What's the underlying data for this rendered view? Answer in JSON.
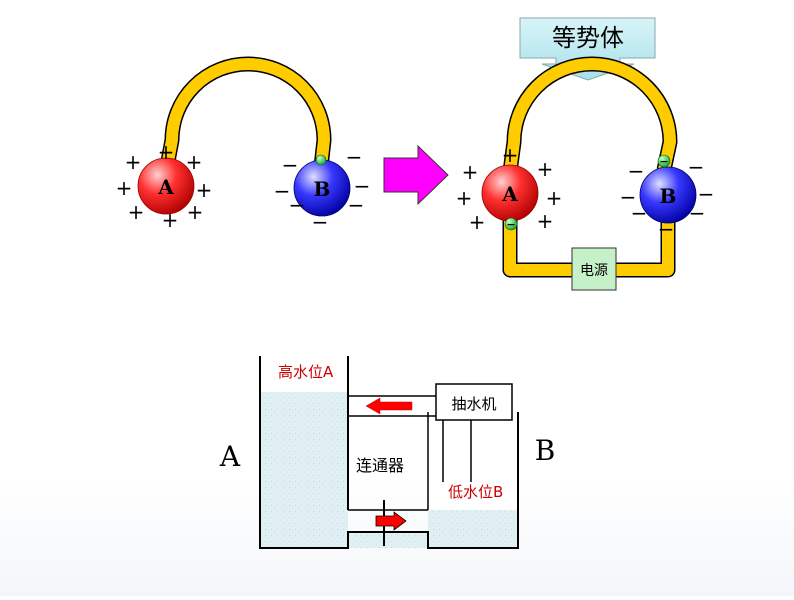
{
  "top_left": {
    "ball_a": {
      "label": "A",
      "charge_sign": "+",
      "color": "#ff2020"
    },
    "ball_b": {
      "label": "B",
      "charge_sign": "−",
      "color": "#2a2aff"
    },
    "wire_color": "#ffcc00"
  },
  "top_right": {
    "callout": "等势体",
    "ball_a": {
      "label": "A",
      "charge_sign": "+"
    },
    "ball_b": {
      "label": "B",
      "charge_sign": "−"
    },
    "power_source": "电源",
    "electron_sign": "−"
  },
  "arrow_color": "#ff00ff",
  "water": {
    "tank_a_label": "A",
    "tank_b_label": "B",
    "high_level": "高水位A",
    "low_level": "低水位B",
    "pump": "抽水机",
    "connector": "连通器",
    "water_color": "#dfeff3",
    "flow_arrow_color": "#ff0000"
  }
}
